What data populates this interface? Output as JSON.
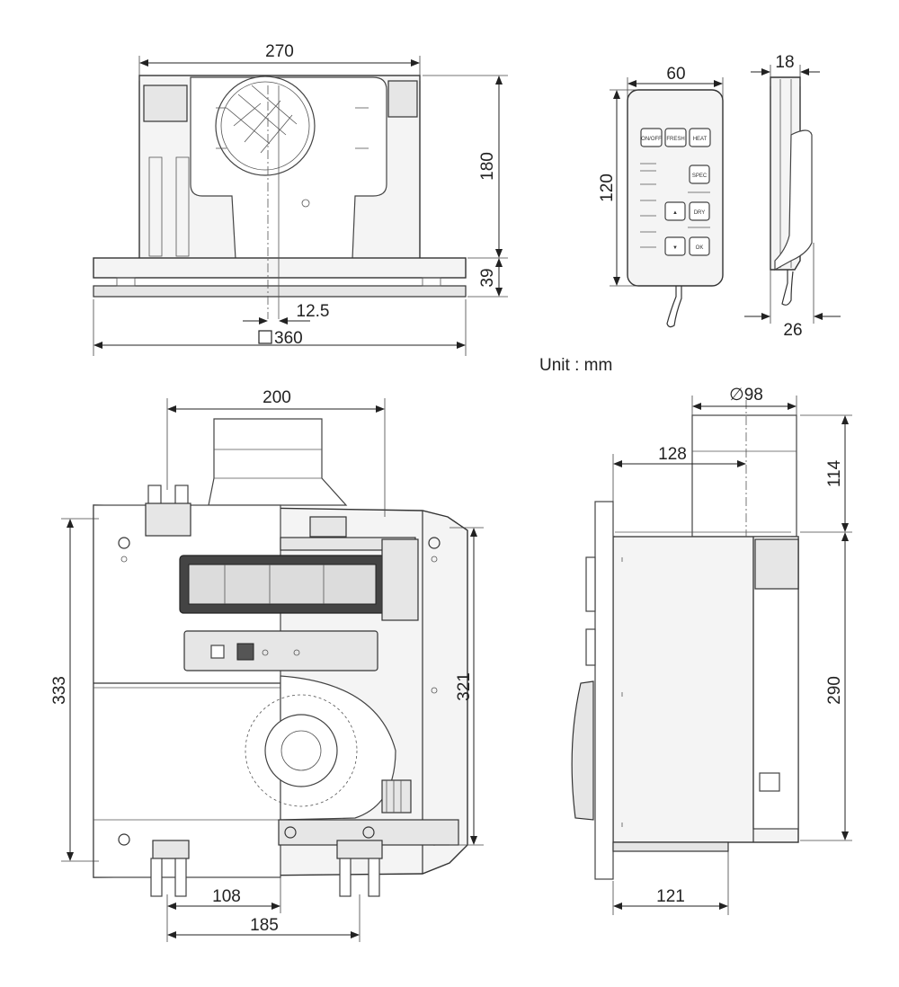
{
  "unit_label": "Unit : mm",
  "top_view": {
    "width_dim": "270",
    "height_dim": "180",
    "flange_dim": "39",
    "offset_dim": "12.5",
    "square_dim": "360"
  },
  "remote": {
    "width_dim": "60",
    "height_dim": "120",
    "depth_dim": "18",
    "holder_depth_dim": "26",
    "button_labels": [
      "ON/OFF",
      "FRESH",
      "HEAT",
      "SPEC",
      "DRY",
      "▲",
      "▼",
      "OK"
    ]
  },
  "front_view": {
    "top_dim": "200",
    "height_left_dim": "333",
    "height_right_dim": "321",
    "bottom_left_dim": "108",
    "bottom_dim": "185"
  },
  "side_view": {
    "duct_dim": "∅98",
    "duct_offset_dim": "128",
    "duct_height_dim": "114",
    "body_height_dim": "290",
    "bottom_dim": "121"
  }
}
